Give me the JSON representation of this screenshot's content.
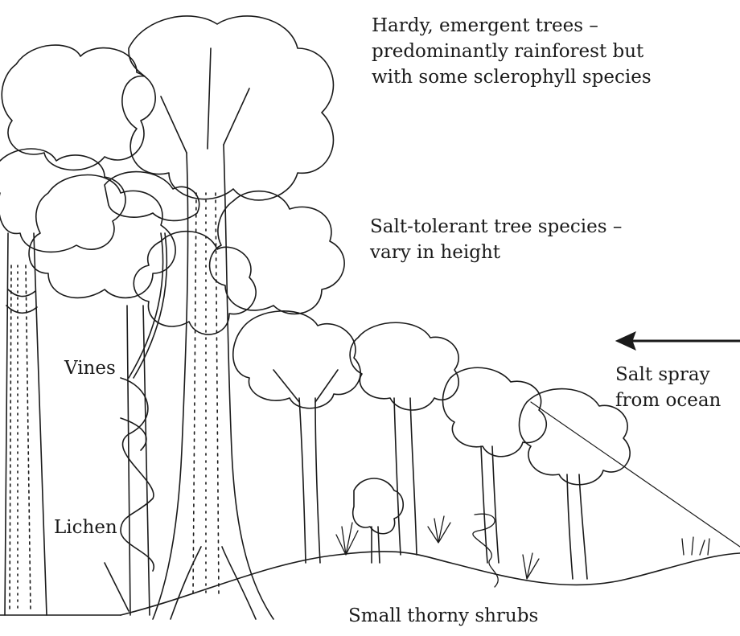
{
  "labels": {
    "emergent": "Hardy, emergent trees –\npredominantly rainforest but\nwith some sclerophyll species",
    "salt_tolerant": "Salt-tolerant tree species –\nvary in height",
    "vines": "Vines",
    "lichen": "Lichen",
    "salt_spray": "Salt spray\nfrom ocean",
    "shrubs": "Small thorny shrubs"
  },
  "colors": {
    "ink": "#1a1a1a",
    "background": "#ffffff"
  },
  "icons": {
    "spray_arrow": "arrow-left-icon"
  }
}
